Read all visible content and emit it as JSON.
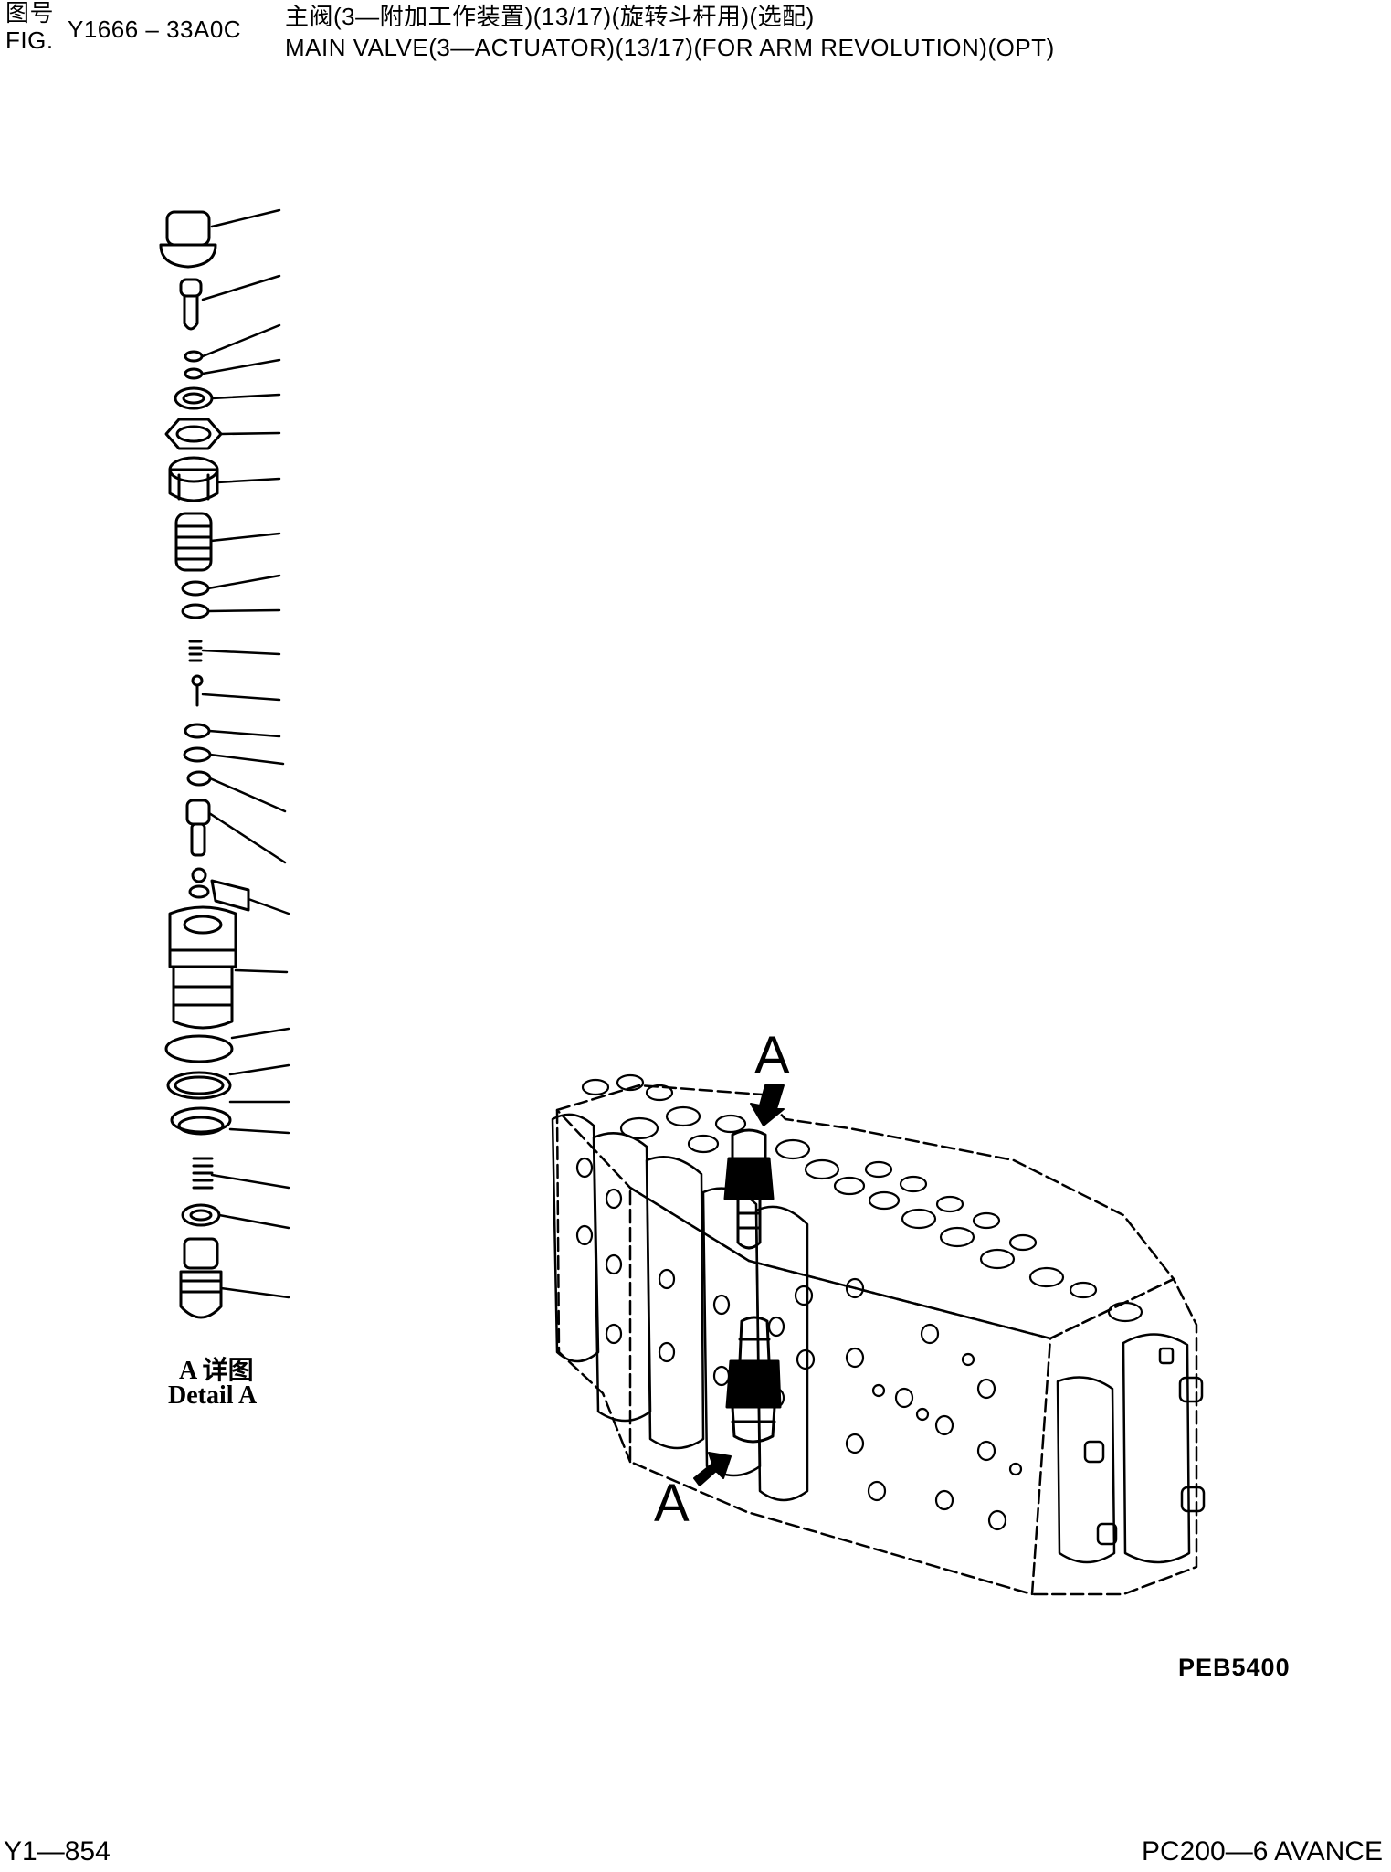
{
  "header": {
    "fig_label_cn": "图号",
    "fig_label_en": "FIG.",
    "fig_number": "Y1666 – 33A0C",
    "title_cn": "主阀(3—附加工作装置)(13/17)(旋转斗杆用)(选配)",
    "title_en": "MAIN VALVE(3—ACTUATOR)(13/17)(FOR ARM REVOLUTION)(OPT)"
  },
  "detail": {
    "label_cn": "A 详图",
    "label_en": "Detail A",
    "leader_line_count": 25
  },
  "callouts": {
    "top_label": "A",
    "bottom_label": "A"
  },
  "drawing_code": "PEB5400",
  "footer": {
    "page_code": "Y1—854",
    "model": "PC200—6 AVANCE"
  }
}
